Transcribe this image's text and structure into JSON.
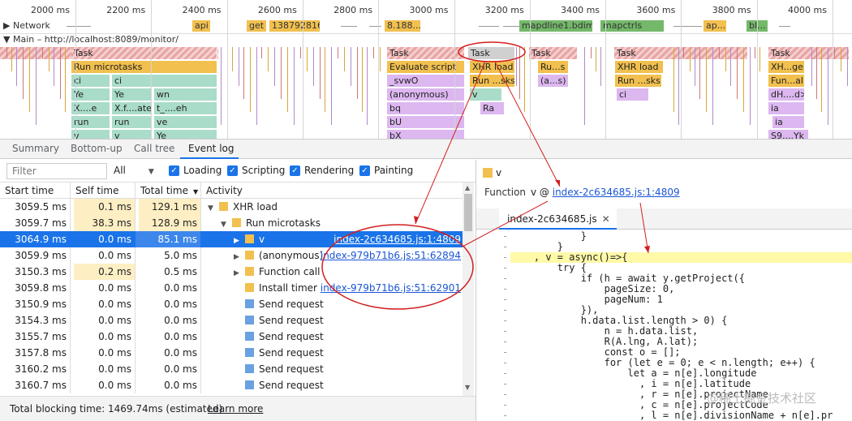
{
  "ruler": {
    "ticks": [
      "2000 ms",
      "2200 ms",
      "2400 ms",
      "2600 ms",
      "2800 ms",
      "3000 ms",
      "3200 ms",
      "3400 ms",
      "3600 ms",
      "3800 ms",
      "4000 ms"
    ]
  },
  "network": {
    "label": "Network",
    "bars": [
      {
        "text": "api",
        "color": "#f1c04f"
      },
      {
        "text": "get",
        "color": "#f1c04f"
      },
      {
        "text": "138792816",
        "color": "#f1c04f"
      },
      {
        "text": "8.188...",
        "color": "#f1c04f"
      },
      {
        "text": "mapdline1.bdim",
        "color": "#74b86a"
      },
      {
        "text": "mapctrls",
        "color": "#74b86a"
      },
      {
        "text": "ap...",
        "color": "#f1c04f"
      },
      {
        "text": "bl...",
        "color": "#74b86a"
      }
    ]
  },
  "main_label": "Main – http://localhost:8089/monitor/",
  "flame": {
    "row1": [
      "Task",
      "Task",
      "Task",
      "Task",
      "Task",
      "Task"
    ],
    "row2": [
      "Run microtasks",
      "Evaluate script",
      "XHR load",
      "Ru...s",
      "XHR load",
      "XH...ge"
    ],
    "row3": [
      "ci",
      "ci",
      "_svwO",
      "Run ...sks",
      "(a...s)",
      "Run ...sks",
      "Fun...all"
    ],
    "row4": [
      "Ye",
      "Ye",
      "wn",
      "(anonymous)",
      "v",
      "ci",
      "dH....d>"
    ],
    "row5": [
      "X....e",
      "X.f....ate",
      "t_....eh",
      "bq",
      "Ra",
      "ia"
    ],
    "row6": [
      "run",
      "run",
      "ve",
      "bU",
      "ia"
    ],
    "row7": [
      "v",
      "v",
      "Ye",
      "bX",
      "S9....Yk"
    ]
  },
  "tabs": [
    "Summary",
    "Bottom-up",
    "Call tree",
    "Event log"
  ],
  "filter": {
    "placeholder": "Filter",
    "select": "All",
    "checks": [
      "Loading",
      "Scripting",
      "Rendering",
      "Painting"
    ]
  },
  "columns": [
    "Start time",
    "Self time",
    "Total time",
    "Activity"
  ],
  "rows": [
    {
      "start": "3059.5 ms",
      "self": "0.1 ms",
      "total": "129.1 ms",
      "indent": 0,
      "expander": "▼",
      "icon": "y",
      "activity": "XHR load",
      "link": ""
    },
    {
      "start": "3059.7 ms",
      "self": "38.3 ms",
      "total": "128.9 ms",
      "indent": 1,
      "expander": "▼",
      "icon": "y",
      "activity": "Run microtasks",
      "link": ""
    },
    {
      "start": "3064.9 ms",
      "self": "0.0 ms",
      "total": "85.1 ms",
      "indent": 2,
      "expander": "▶",
      "icon": "y",
      "activity": "v",
      "link": "index-2c634685.js:1:4809"
    },
    {
      "start": "3059.9 ms",
      "self": "0.0 ms",
      "total": "5.0 ms",
      "indent": 2,
      "expander": "▶",
      "icon": "y",
      "activity": "(anonymous)",
      "link": "index-979b71b6.js:51:62894"
    },
    {
      "start": "3150.3 ms",
      "self": "0.2 ms",
      "total": "0.5 ms",
      "indent": 2,
      "expander": "▶",
      "icon": "y",
      "activity": "Function call",
      "link": ""
    },
    {
      "start": "3059.8 ms",
      "self": "0.0 ms",
      "total": "0.0 ms",
      "indent": 2,
      "expander": "",
      "icon": "y",
      "activity": "Install timer",
      "link": "index-979b71b6.js:51:62901"
    },
    {
      "start": "3150.9 ms",
      "self": "0.0 ms",
      "total": "0.0 ms",
      "indent": 2,
      "expander": "",
      "icon": "b",
      "activity": "Send request",
      "link": ""
    },
    {
      "start": "3154.3 ms",
      "self": "0.0 ms",
      "total": "0.0 ms",
      "indent": 2,
      "expander": "",
      "icon": "b",
      "activity": "Send request",
      "link": ""
    },
    {
      "start": "3155.7 ms",
      "self": "0.0 ms",
      "total": "0.0 ms",
      "indent": 2,
      "expander": "",
      "icon": "b",
      "activity": "Send request",
      "link": ""
    },
    {
      "start": "3157.8 ms",
      "self": "0.0 ms",
      "total": "0.0 ms",
      "indent": 2,
      "expander": "",
      "icon": "b",
      "activity": "Send request",
      "link": ""
    },
    {
      "start": "3160.2 ms",
      "self": "0.0 ms",
      "total": "0.0 ms",
      "indent": 2,
      "expander": "",
      "icon": "b",
      "activity": "Send request",
      "link": ""
    },
    {
      "start": "3160.7 ms",
      "self": "0.0 ms",
      "total": "0.0 ms",
      "indent": 2,
      "expander": "",
      "icon": "b",
      "activity": "Send request",
      "link": ""
    }
  ],
  "selected_row": 2,
  "status": {
    "text": "Total blocking time: 1469.74ms (estimated)",
    "link": "Learn more"
  },
  "detail": {
    "title": "v",
    "function_label": "Function",
    "function_value": "v @ ",
    "function_link": "index-2c634685.js:1:4809",
    "file_tab": "index-2c634685.js"
  },
  "code": [
    "            }",
    "        }",
    "    , v = async()=>{",
    "        try {",
    "            if (h = await y.getProject({",
    "                pageSize: 0,",
    "                pageNum: 1",
    "            }),",
    "            h.data.list.length > 0) {",
    "                n = h.data.list,",
    "                R(A.lng, A.lat);",
    "                const o = [];",
    "                for (let e = 0; e < n.length; e++) {",
    "                    let a = n[e].longitude",
    "                      , i = n[e].latitude",
    "                      , r = n[e].projectName",
    "                      , c = n[e].projectCode",
    "                      , l = n[e].divisionName + n[e].pr"
  ],
  "watermark": "@稀土掘金技术社区",
  "colors": {
    "accent": "#1a73e8",
    "task": "#e8a4a4",
    "scripting": "#f1c04f",
    "annotation": "#d21f1f"
  }
}
